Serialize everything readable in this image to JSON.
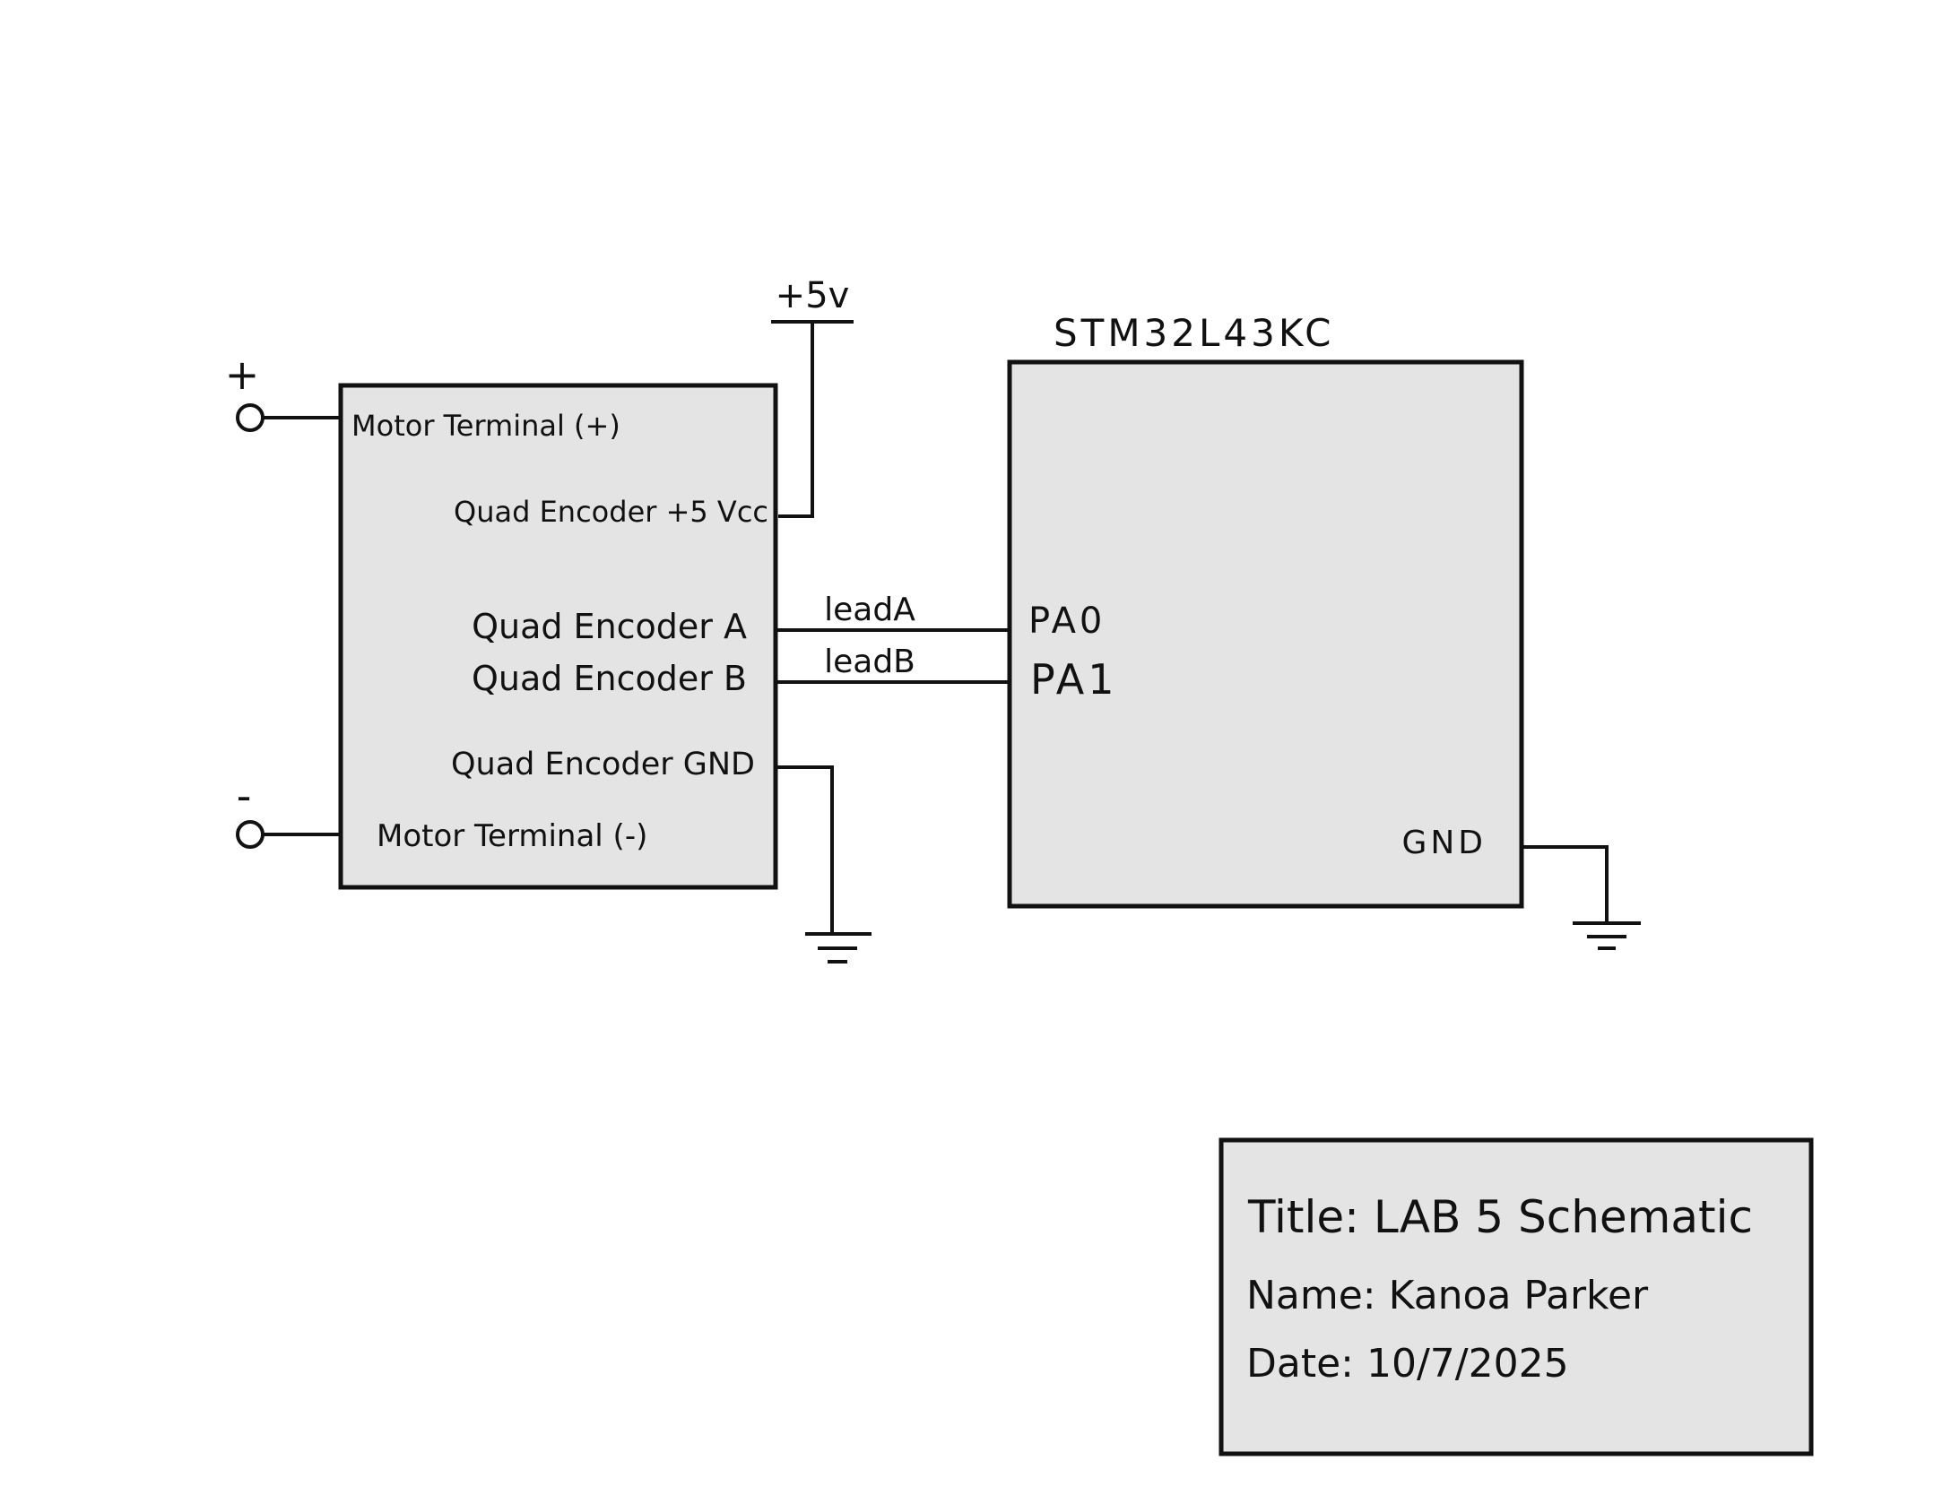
{
  "supply": {
    "label": "+5v"
  },
  "motor_terminals": {
    "plus_symbol": "+",
    "minus_symbol": "-"
  },
  "motor_block": {
    "pins": {
      "motor_plus": "Motor Terminal (+)",
      "encoder_vcc": "Quad Encoder +5 Vcc",
      "encoder_a": "Quad Encoder A",
      "encoder_b": "Quad Encoder B",
      "encoder_gnd": "Quad Encoder GND",
      "motor_minus": "Motor Terminal (-)"
    }
  },
  "mcu": {
    "name": "STM32L43KC",
    "pins": {
      "pa0": "PA0",
      "pa1": "PA1",
      "gnd": "GND"
    }
  },
  "nets": {
    "lead_a": "leadA",
    "lead_b": "leadB"
  },
  "title_block": {
    "title": "Title:  LAB 5  Schematic",
    "name": "Name:  Kanoa  Parker",
    "date": "Date:   10/7/2025"
  }
}
